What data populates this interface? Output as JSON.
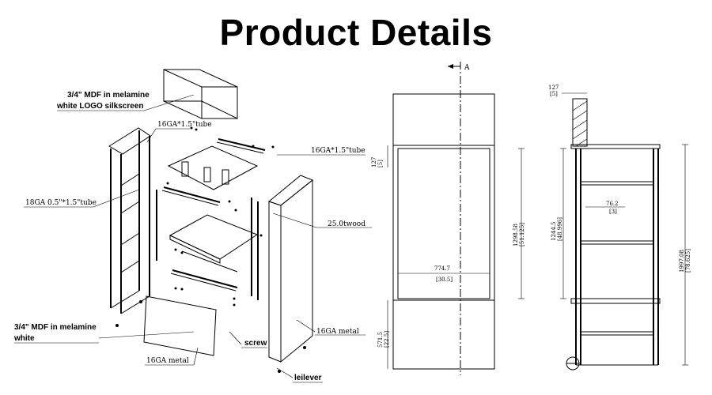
{
  "title": "Product Details",
  "exploded_labels": {
    "mdf_top": "3/4\" MDF in melamine\nwhite LOGO silkscreen",
    "tube_top": "16GA*1.5\"tube",
    "tube_right": "16GA*1.5\"tube",
    "tube_left": "18GA 0.5\"*1.5\"tube",
    "wood": "25.0twood",
    "mdf_bottom": "3/4\" MDF in melamine\nwhite",
    "screw": "screw",
    "metal_right": "16GA metal",
    "metal_bottom": "16GA metal",
    "leveler": "leilever"
  },
  "front_view": {
    "section_marker": "A",
    "dim_top": [
      "127",
      "[5]"
    ],
    "dim_window_height": [
      "1298.58",
      "[51.125]"
    ],
    "dim_width": [
      "774.7",
      "[30.5]"
    ],
    "dim_bottom": [
      "571.5",
      "[22.5]"
    ]
  },
  "side_view": {
    "dim_top": [
      "127",
      "[5]"
    ],
    "dim_shelf_height": [
      "1244.5",
      "[48.996]"
    ],
    "dim_shelf_gap": [
      "76.2",
      "[3]"
    ],
    "dim_total_height": [
      "1997.08",
      "[78.625]"
    ]
  }
}
